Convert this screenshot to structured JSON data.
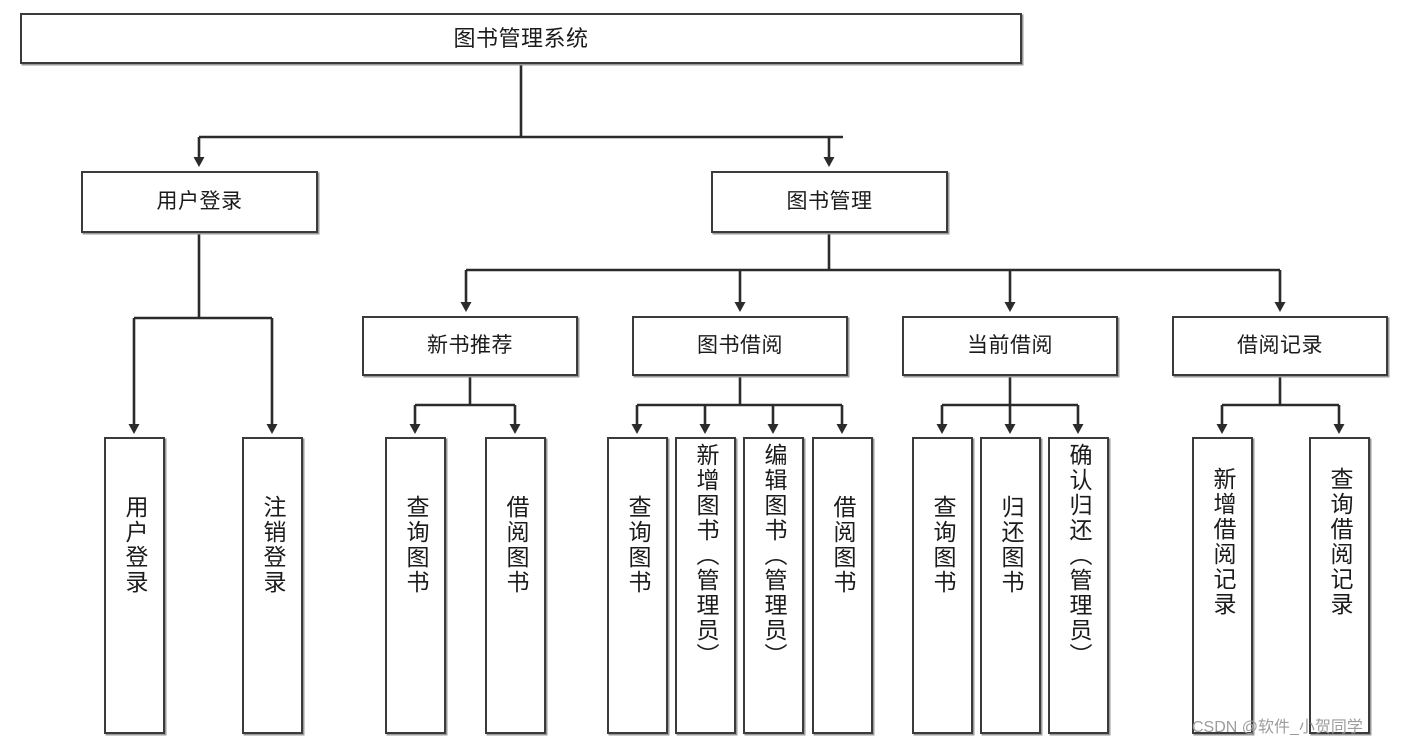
{
  "diagram": {
    "title": "图书管理系统",
    "type": "tree-hierarchy-diagram",
    "watermark": "CSDN @软件_小贺同学",
    "colors": {
      "background": "#ffffff",
      "box_border": "#3b3b3b",
      "box_shadow": "#9a9a9a",
      "text": "#1b1b1b",
      "edge": "#2b2b2b",
      "watermark": "#9d9d9d"
    }
  },
  "nodes": {
    "root": {
      "label": "图书管理系统"
    },
    "level2": [
      {
        "label": "用户登录"
      },
      {
        "label": "图书管理"
      }
    ],
    "level3": [
      {
        "label": "新书推荐"
      },
      {
        "label": "图书借阅"
      },
      {
        "label": "当前借阅"
      },
      {
        "label": "借阅记录"
      }
    ],
    "leaves": {
      "user_login": [
        {
          "label": "用户登录"
        },
        {
          "label": "注销登录"
        }
      ],
      "new_book": [
        {
          "label": "查询图书"
        },
        {
          "label": "借阅图书"
        }
      ],
      "book_borrow": [
        {
          "label": "查询图书"
        },
        {
          "label": "新增图书（管理员）"
        },
        {
          "label": "编辑图书（管理员）"
        },
        {
          "label": "借阅图书"
        }
      ],
      "current_borrow": [
        {
          "label": "查询图书"
        },
        {
          "label": "归还图书"
        },
        {
          "label": "确认归还（管理员）"
        }
      ],
      "borrow_record": [
        {
          "label": "新增借阅记录"
        },
        {
          "label": "查询借阅记录"
        }
      ]
    }
  },
  "chart_data": {
    "type": "table",
    "title": "图书管理系统 功能结构图",
    "hierarchy": [
      {
        "name": "图书管理系统",
        "children": [
          {
            "name": "用户登录",
            "children": [
              {
                "name": "用户登录"
              },
              {
                "name": "注销登录"
              }
            ]
          },
          {
            "name": "图书管理",
            "children": [
              {
                "name": "新书推荐",
                "children": [
                  {
                    "name": "查询图书"
                  },
                  {
                    "name": "借阅图书"
                  }
                ]
              },
              {
                "name": "图书借阅",
                "children": [
                  {
                    "name": "查询图书"
                  },
                  {
                    "name": "新增图书（管理员）"
                  },
                  {
                    "name": "编辑图书（管理员）"
                  },
                  {
                    "name": "借阅图书"
                  }
                ]
              },
              {
                "name": "当前借阅",
                "children": [
                  {
                    "name": "查询图书"
                  },
                  {
                    "name": "归还图书"
                  },
                  {
                    "name": "确认归还（管理员）"
                  }
                ]
              },
              {
                "name": "借阅记录",
                "children": [
                  {
                    "name": "新增借阅记录"
                  },
                  {
                    "name": "查询借阅记录"
                  }
                ]
              }
            ]
          }
        ]
      }
    ]
  }
}
